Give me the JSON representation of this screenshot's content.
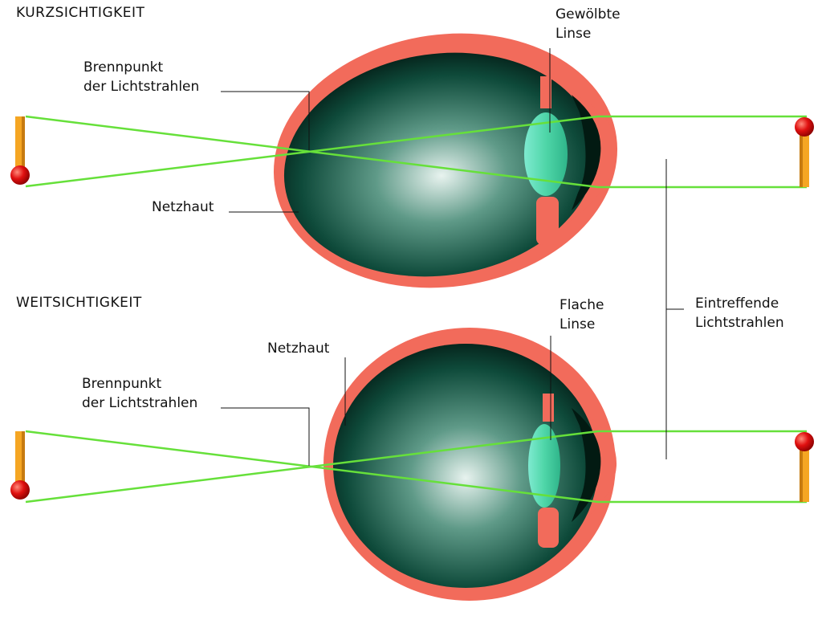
{
  "top": {
    "title": "KURZSICHTIGKEIT",
    "lens_label": [
      "Gewölbte",
      "Linse"
    ],
    "focus_label": [
      "Brennpunkt",
      "der Lichtstrahlen"
    ],
    "retina_label": "Netzhaut"
  },
  "bottom": {
    "title": "WEITSICHTIGKEIT",
    "lens_label": [
      "Flache",
      "Linse"
    ],
    "focus_label": [
      "Brennpunkt",
      "der Lichtstrahlen"
    ],
    "retina_label": "Netzhaut"
  },
  "incoming_label": [
    "Eintreffende",
    "Lichtstrahlen"
  ],
  "colors": {
    "sclera": "#f26b5b",
    "ray": "#66e03a",
    "lens": "#4fd6a8",
    "stick": "#f5a623",
    "ball": "#e01010",
    "eye_inner": "#0b3d30"
  }
}
